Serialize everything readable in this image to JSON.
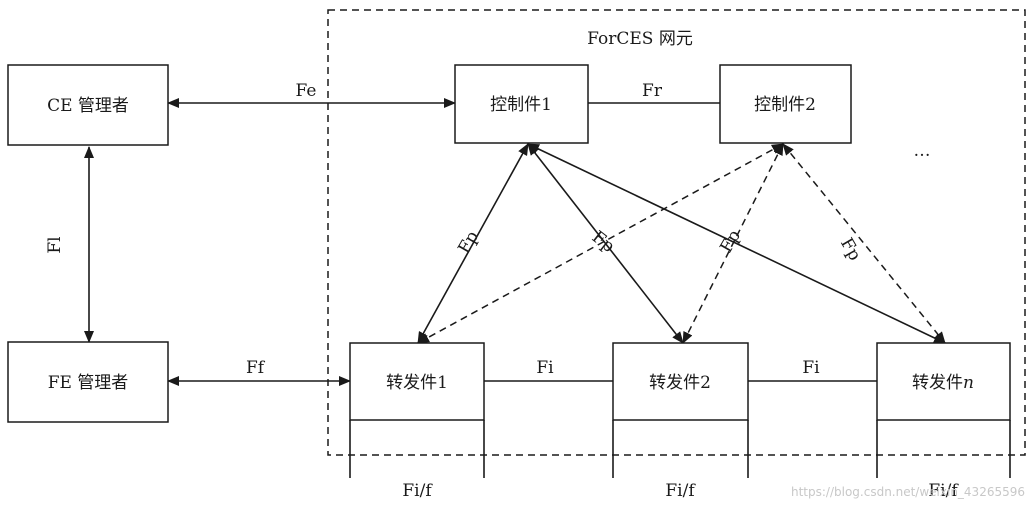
{
  "network_element_title": "ForCES  网元",
  "nodes": {
    "ce_manager": "CE 管理者",
    "fe_manager": "FE 管理者",
    "ce1": "控制件1",
    "ce2": "控制件2",
    "fe1": "转发件1",
    "fe2": "转发件2",
    "fen_prefix": "转发件",
    "fen_suffix": "n"
  },
  "interfaces": {
    "fe": "Fe",
    "fr": "Fr",
    "fl": "Fl",
    "ff": "Ff",
    "fi_1": "Fi",
    "fi_2": "Fi",
    "fp_1": "Fp",
    "fp_2": "Fp",
    "fp_3": "Fp",
    "fp_4": "Fp",
    "fif_1": "Fi/f",
    "fif_2": "Fi/f",
    "fif_3": "Fi/f"
  },
  "more_ellipsis": "…",
  "watermark": "https://blog.csdn.net/weixin_43265596"
}
